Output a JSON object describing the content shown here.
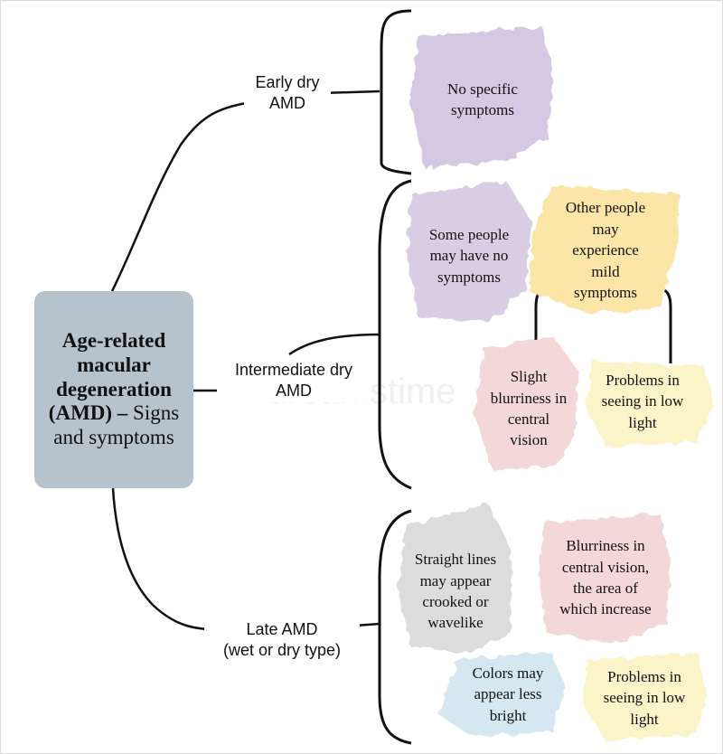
{
  "title": {
    "bold": "Age-related macular degeneration (AMD) –",
    "normal": " Signs and symptoms"
  },
  "stages": {
    "early": {
      "label": "Early dry\nAMD",
      "notes": [
        {
          "text": "No specific\nsymptoms",
          "color": "#d5c8e3"
        }
      ]
    },
    "intermediate": {
      "label": "Intermediate dry\nAMD",
      "notes": [
        {
          "text": "Some people\nmay have no\nsymptoms",
          "color": "#d9cde4"
        },
        {
          "text": "Other people\nmay\nexperience\nmild\nsymptoms",
          "color": "#fbe6a8"
        },
        {
          "text": "Slight\nblurriness in\ncentral\nvision",
          "color": "#f4d7d7"
        },
        {
          "text": "Problems in\nseeing in low\nlight",
          "color": "#fbf4c8"
        }
      ]
    },
    "late": {
      "label": "Late AMD\n(wet or dry type)",
      "notes": [
        {
          "text": "Straight lines\nmay appear\ncrooked or\nwavelike",
          "color": "#dcdcdc"
        },
        {
          "text": "Blurriness in\ncentral vision,\nthe area of\nwhich increase",
          "color": "#f4d7d7"
        },
        {
          "text": "Colors may\nappear less\nbright",
          "color": "#d5e8f1"
        },
        {
          "text": "Problems in\nseeing in low\nlight",
          "color": "#fbf4c8"
        }
      ]
    }
  },
  "watermark": "dreamstime",
  "colors": {
    "center_box": "#b7c3cc",
    "lines": "#111111"
  }
}
